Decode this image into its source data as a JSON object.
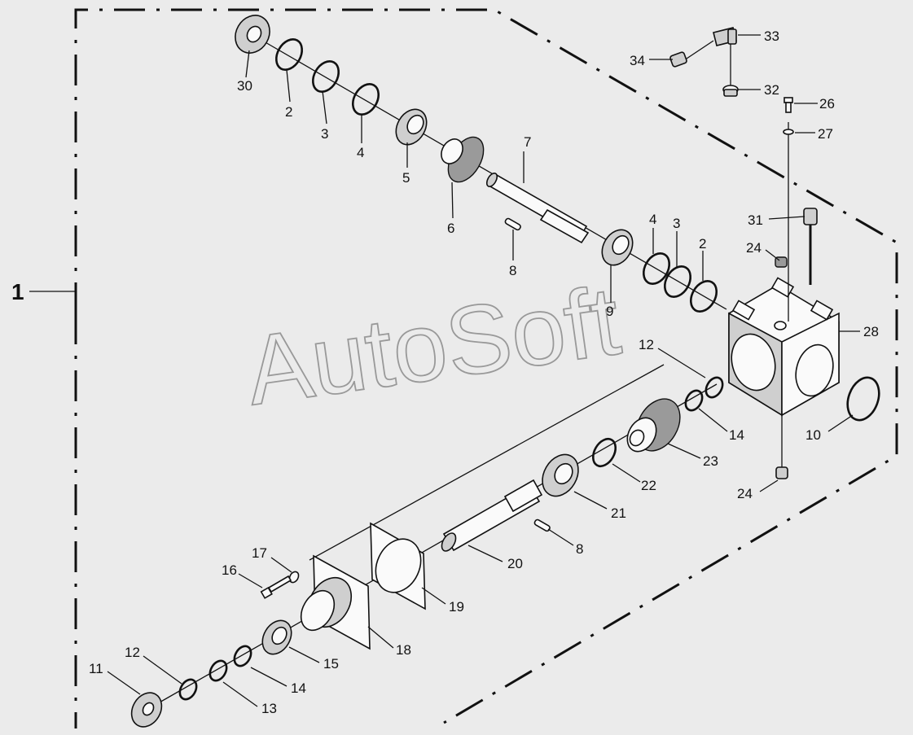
{
  "assembly_label": "1",
  "watermark": "AutoSoft",
  "callouts": {
    "n30": "30",
    "n2a": "2",
    "n3a": "3",
    "n4a": "4",
    "n5": "5",
    "n6": "6",
    "n7": "7",
    "n8a": "8",
    "n9": "9",
    "n4b": "4",
    "n3b": "3",
    "n2b": "2",
    "n33": "33",
    "n34": "34",
    "n32": "32",
    "n26": "26",
    "n27": "27",
    "n31": "31",
    "n24a": "24",
    "n28": "28",
    "n12a": "12",
    "n14a": "14",
    "n10": "10",
    "n23": "23",
    "n22": "22",
    "n24b": "24",
    "n21": "21",
    "n8b": "8",
    "n20": "20",
    "n19": "19",
    "n18": "18",
    "n17": "17",
    "n16": "16",
    "n15": "15",
    "n14b": "14",
    "n13": "13",
    "n12b": "12",
    "n11": "11"
  }
}
